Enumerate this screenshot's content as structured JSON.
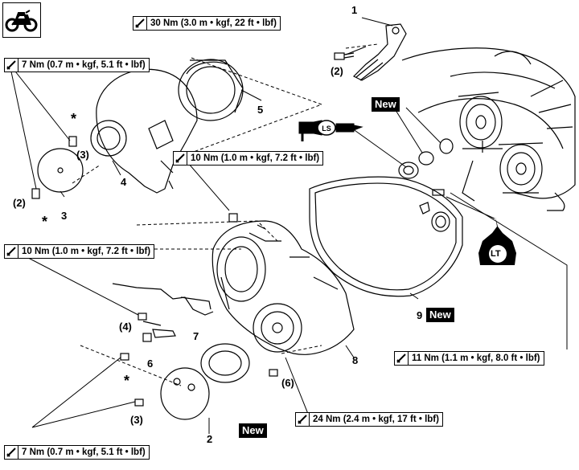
{
  "torque_specs": {
    "t1": "30 Nm (3.0 m • kgf, 22 ft • lbf)",
    "t2": "7 Nm (0.7 m • kgf, 5.1 ft • lbf)",
    "t3": "10 Nm (1.0 m • kgf, 7.2 ft • lbf)",
    "t4": "10 Nm (1.0 m • kgf, 7.2 ft • lbf)",
    "t5": "11 Nm (1.1 m • kgf, 8.0 ft • lbf)",
    "t6": "24 Nm (2.4 m • kgf, 17 ft • lbf)",
    "t7": "7 Nm (0.7 m • kgf, 5.1 ft • lbf)"
  },
  "callouts": {
    "c1": "1",
    "c2": "2",
    "c3": "3",
    "c4": "4",
    "c5": "5",
    "c6": "6",
    "c7": "7",
    "c8": "8",
    "c9": "9",
    "q2a": "(2)",
    "q2b": "(2)",
    "q3a": "(3)",
    "q3b": "(3)",
    "q4": "(4)",
    "q6": "(6)"
  },
  "badges": {
    "new": "New",
    "ls": "LS",
    "lt": "LT",
    "star": "*"
  },
  "icons": {
    "motorcycle": "motorcycle-icon",
    "torque": "torque-wrench-icon",
    "grease": "grease-gun-icon",
    "locktite": "locktite-bottle-icon"
  }
}
